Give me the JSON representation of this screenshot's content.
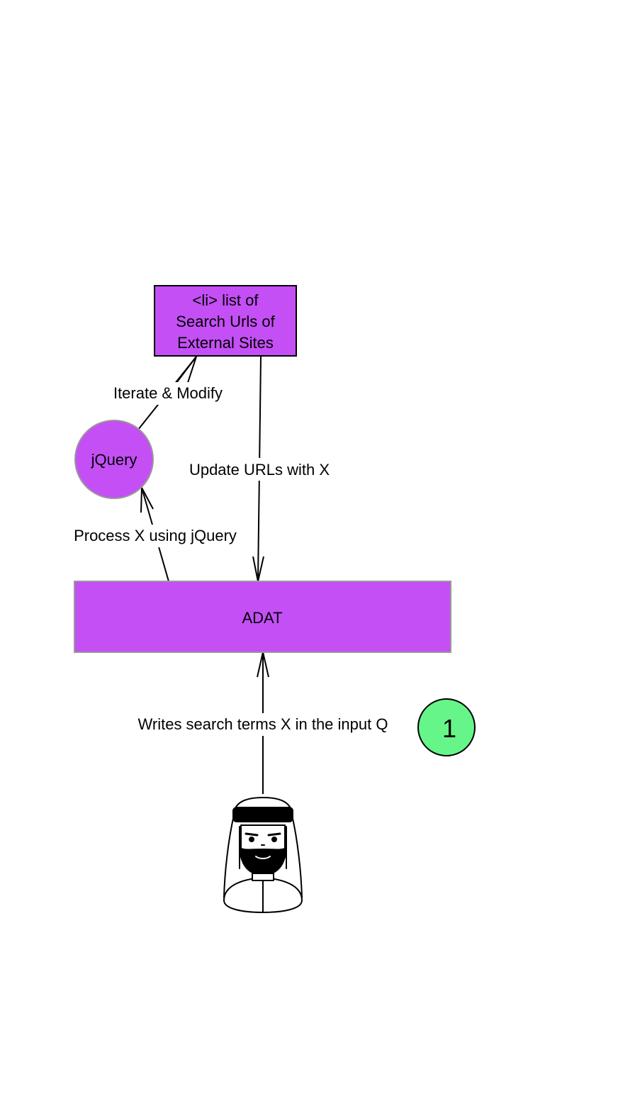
{
  "nodes": {
    "url_list": {
      "lines": [
        "<li> list of",
        "Search Urls of",
        "External Sites"
      ]
    },
    "jquery": {
      "label": "jQuery"
    },
    "adat": {
      "label": "ADAT"
    },
    "user": {
      "icon": "arab-man-icon"
    }
  },
  "edges": {
    "iterate": {
      "label": "Iterate & Modify"
    },
    "update": {
      "label": "Update URLs with X"
    },
    "process": {
      "label": "Process X using jQuery"
    },
    "writes": {
      "label": "Writes search terms X in the input Q"
    }
  },
  "badge": {
    "number": "1"
  },
  "colors": {
    "node_fill": "#c44ff5",
    "badge_fill": "#66f589",
    "stroke": "#000000",
    "soft_stroke": "#999999",
    "background": "#ffffff"
  }
}
